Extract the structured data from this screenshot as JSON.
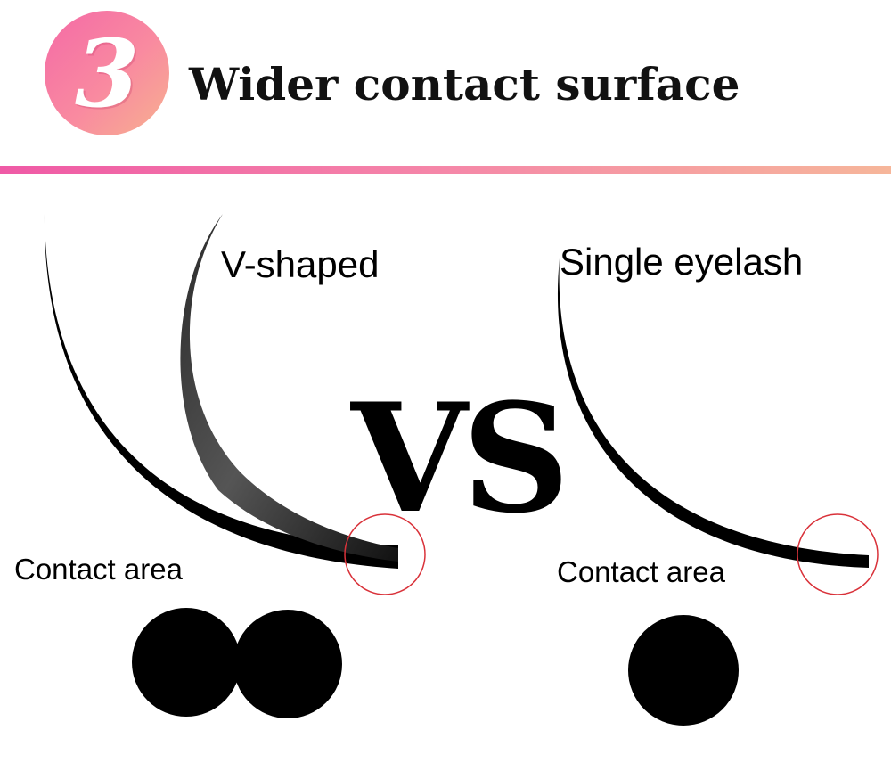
{
  "header": {
    "step_number": "3",
    "title": "Wider contact surface"
  },
  "comparison": {
    "left_label": "V-shaped",
    "right_label": "Single eyelash",
    "vs_text": "VS",
    "left_contact_label": "Contact area",
    "right_contact_label": "Contact area",
    "left_contact_dot_count": 2,
    "right_contact_dot_count": 1
  },
  "colors": {
    "badge_gradient_start": "#f46aa6",
    "badge_gradient_end": "#f7b18f",
    "rule_gradient_start": "#ef5aa6",
    "rule_gradient_end": "#f6b69a",
    "highlight_circle": "#d9323a",
    "lash": "#000000"
  }
}
